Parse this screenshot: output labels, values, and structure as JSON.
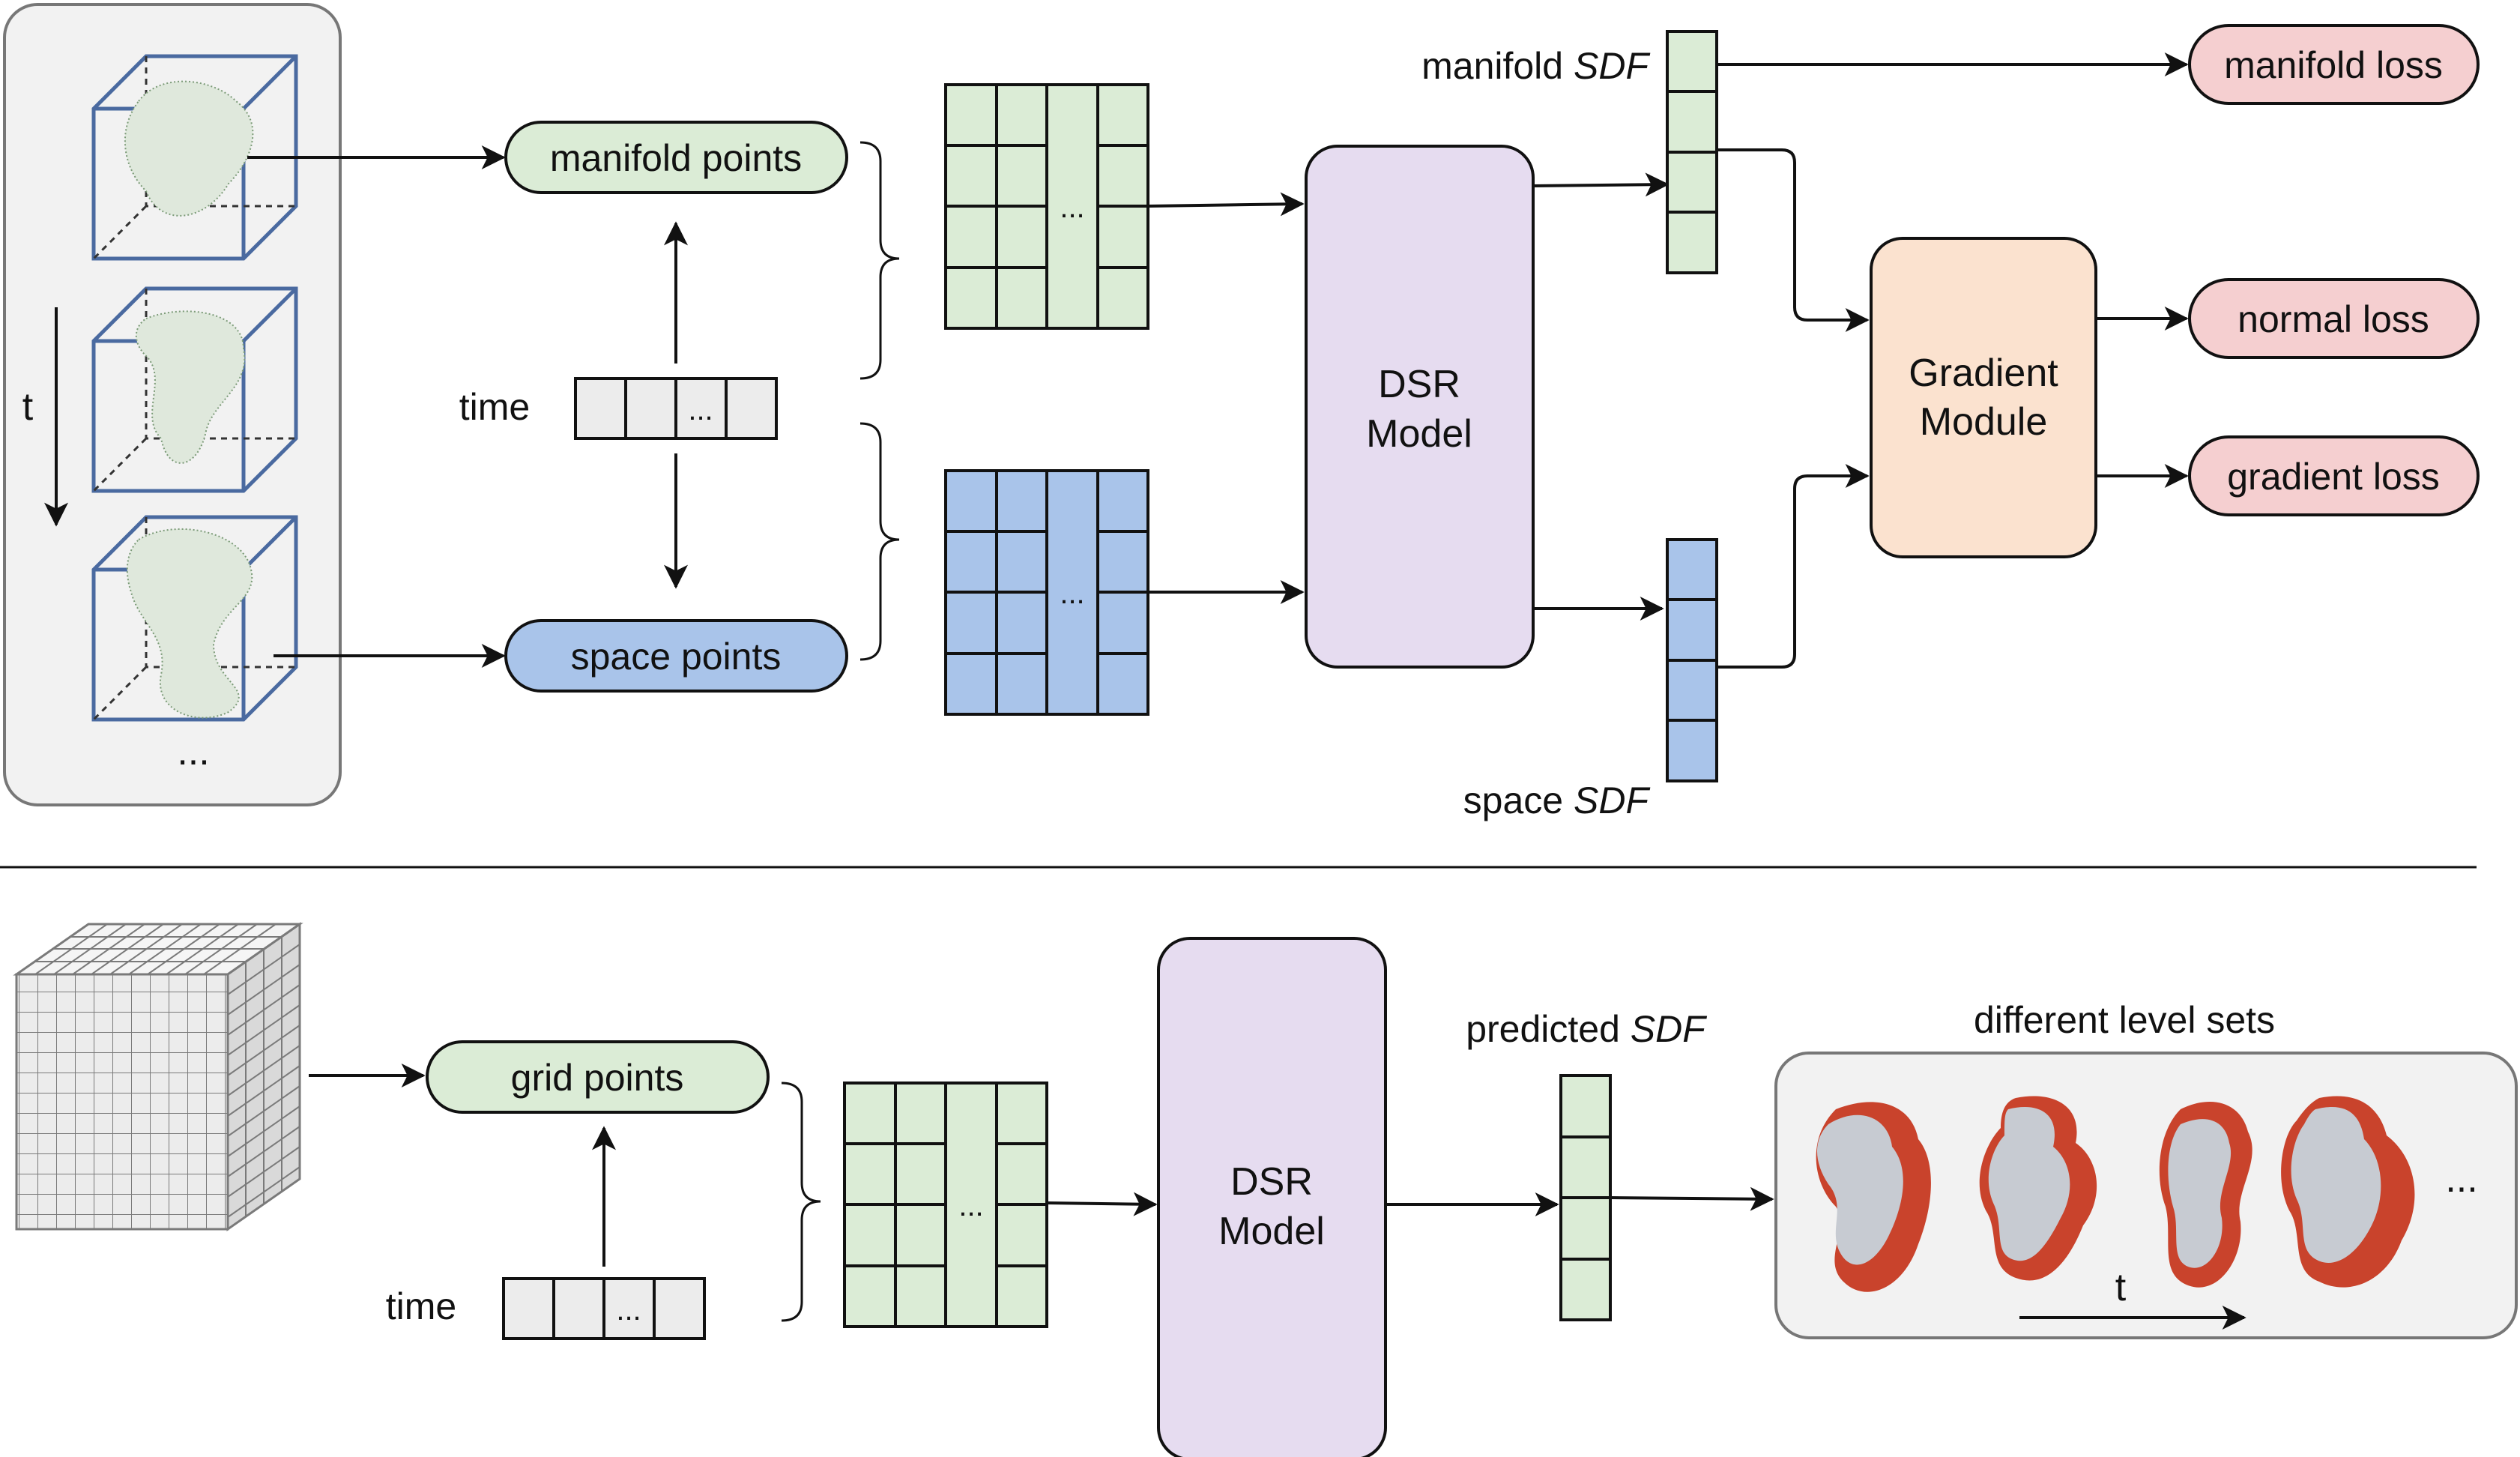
{
  "colors": {
    "green_fill": "#dbecd6",
    "blue_fill": "#a9c4ea",
    "purple_fill": "#e6dcf0",
    "orange_fill": "#fbe2cf",
    "pink_fill": "#f5cfd0",
    "panel_fill": "#f2f2f2",
    "cube_edge": "#4a6aa0",
    "level_red": "#c9432c",
    "level_gray": "#c7cbd2"
  },
  "icons": {
    "point_cloud": "point-cloud-icon",
    "voxel_grid": "voxel-cube-icon",
    "level_set": "level-set-surface-icon"
  },
  "training": {
    "time_axis_label": "t",
    "frames_ellipsis": "...",
    "manifold_points": "manifold points",
    "space_points": "space points",
    "time_label": "time",
    "time_vector_ellipsis": "...",
    "manifold_matrix_ellipsis": "...",
    "space_matrix_ellipsis": "...",
    "model_line1": "DSR",
    "model_line2": "Model",
    "manifold_sdf_prefix": "manifold ",
    "manifold_sdf_suffix": "SDF",
    "space_sdf_prefix": "space ",
    "space_sdf_suffix": "SDF",
    "gradient_line1": "Gradient",
    "gradient_line2": "Module",
    "manifold_loss": "manifold loss",
    "normal_loss": "normal loss",
    "gradient_loss": "gradient loss"
  },
  "inference": {
    "grid_points": "grid points",
    "time_label": "time",
    "time_vector_ellipsis": "...",
    "matrix_ellipsis": "...",
    "model_line1": "DSR",
    "model_line2": "Model",
    "predicted_sdf_prefix": "predicted ",
    "predicted_sdf_suffix": "SDF",
    "level_sets_title": "different level sets",
    "level_sets_ellipsis": "...",
    "level_time_label": "t"
  }
}
